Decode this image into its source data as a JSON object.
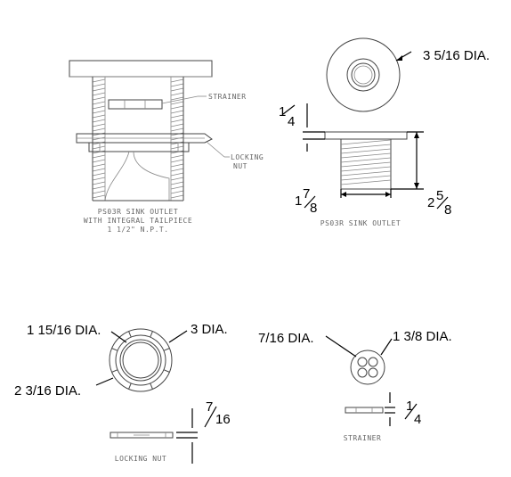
{
  "views": {
    "section": {
      "callout_strainer": "STRAINER",
      "callout_nut_line1": "LOCKING",
      "callout_nut_line2": "NUT",
      "caption_line1": "PS03R SINK OUTLET",
      "caption_line2": "WITH INTEGRAL TAILPIECE",
      "caption_line3": "1 1/2\" N.P.T."
    },
    "outlet_top": {
      "dia_label": "3 5/16 DIA."
    },
    "outlet_side": {
      "flange_num": "1",
      "flange_den": "4",
      "width_whole": "1",
      "width_num": "7",
      "width_den": "8",
      "height_whole": "2",
      "height_num": "5",
      "height_den": "8",
      "caption": "PS03R SINK OUTLET"
    },
    "nut_top": {
      "inner_dia": "1 15/16 DIA.",
      "outer_dia": "3 DIA.",
      "mid_dia": "2 3/16 DIA."
    },
    "nut_side": {
      "thk_num": "7",
      "thk_den": "16",
      "caption": "LOCKING NUT"
    },
    "strainer_top": {
      "hole_dia": "7/16 DIA.",
      "outer_dia": "1 3/8 DIA."
    },
    "strainer_side": {
      "thk_num": "1",
      "thk_den": "4",
      "caption": "STRAINER"
    }
  }
}
